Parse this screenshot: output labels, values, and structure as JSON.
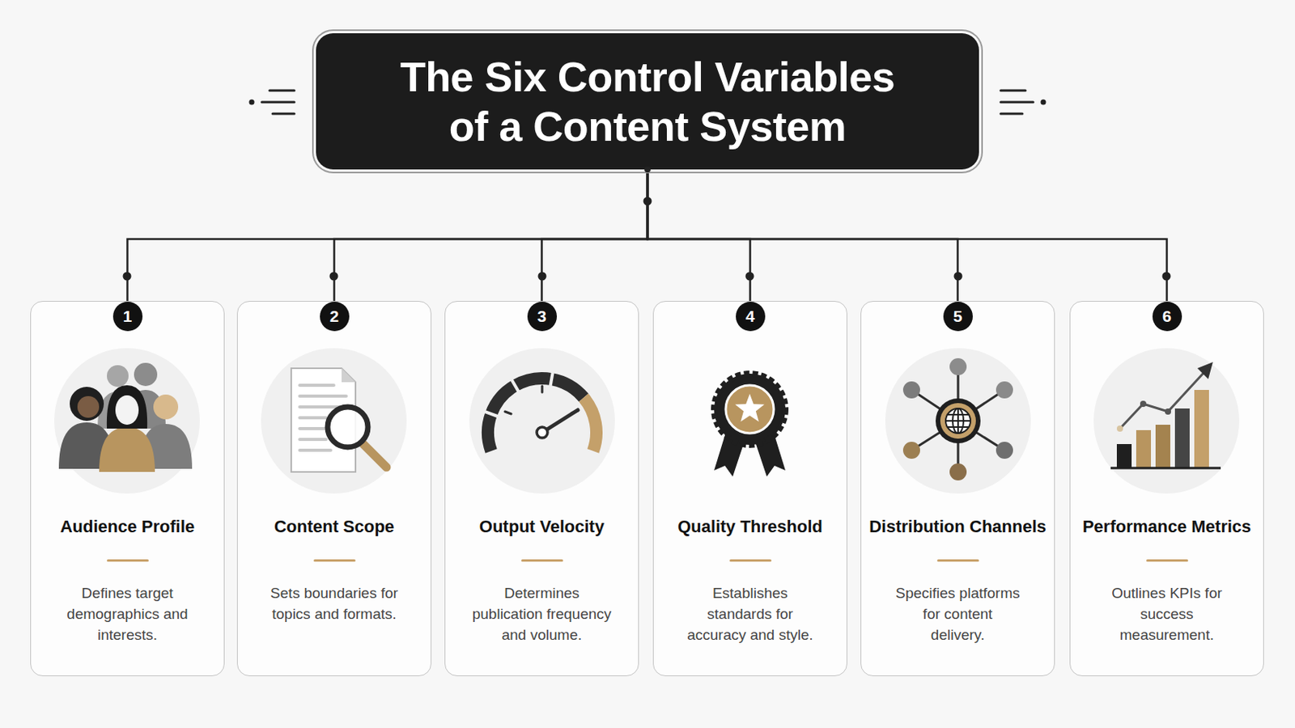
{
  "diagram": {
    "nodes": [
      {
        "text": [
          "The Six Control Variables of a Content System"
        ]
      },
      {
        "text": [
          "1",
          "Audience Profile",
          "Defines target demographics and interests."
        ]
      },
      {
        "text": [
          "2",
          "Content Scope",
          "Sets boundaries for topics and formats."
        ]
      },
      {
        "text": [
          "3",
          "Output Velocity",
          "Determines publication frequency and volume."
        ]
      },
      {
        "text": [
          "4",
          "Quality Threshold",
          "Establishes standards for accuracy and style."
        ]
      },
      {
        "text": [
          "5",
          "Distribution Channels",
          "Specifies platforms for content delivery."
        ]
      },
      {
        "text": [
          "6",
          "Performance Metrics",
          "Outlines KPIs for success measurement."
        ]
      }
    ],
    "edges": [
      {
        "from": 0,
        "to": 1,
        "arrow": "none"
      },
      {
        "from": 0,
        "to": 2,
        "arrow": "none"
      },
      {
        "from": 0,
        "to": 3,
        "arrow": "none"
      },
      {
        "from": 0,
        "to": 4,
        "arrow": "none"
      },
      {
        "from": 0,
        "to": 5,
        "arrow": "none"
      },
      {
        "from": 0,
        "to": 6,
        "arrow": "none"
      }
    ]
  }
}
